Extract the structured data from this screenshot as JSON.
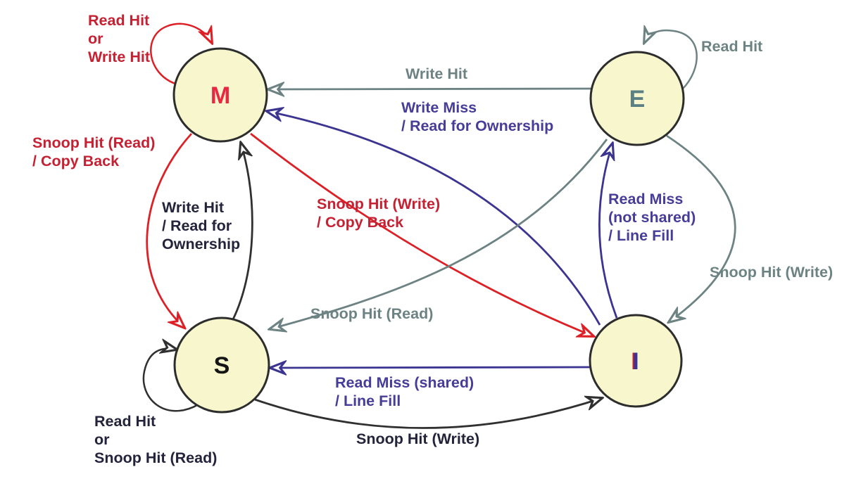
{
  "colors": {
    "background": "#ffffff",
    "state_fill": "#f7f6cc",
    "state_border": "#2d2d2d",
    "red_arrow": "#dd2026",
    "red_text": "#c62133",
    "gray_arrow": "#6d8383",
    "gray_text": "#6d8383",
    "purple_arrow": "#3c3491",
    "purple_text": "#463d99",
    "black_arrow": "#303030",
    "black_text": "#23233b",
    "i_fringe": "#c2203a"
  },
  "states": [
    {
      "id": "M",
      "label": "M",
      "letter_color": "#e82743"
    },
    {
      "id": "E",
      "label": "E",
      "letter_color": "#5b8084"
    },
    {
      "id": "S",
      "label": "S",
      "letter_color": "#151515"
    },
    {
      "id": "I",
      "label": "I",
      "letter_color": "#3b3493"
    }
  ],
  "transitions": [
    {
      "from": "M",
      "to": "M",
      "color": "red",
      "label": [
        "Read Hit",
        "or",
        "Write Hit"
      ]
    },
    {
      "from": "M",
      "to": "S",
      "color": "red",
      "label": [
        "Snoop Hit (Read)",
        "/ Copy Back"
      ]
    },
    {
      "from": "E",
      "to": "M",
      "color": "gray",
      "label": [
        "Write Hit"
      ]
    },
    {
      "from": "I",
      "to": "M",
      "color": "purple",
      "label": [
        "Write Miss",
        "/ Read for Ownership"
      ]
    },
    {
      "from": "E",
      "to": "E",
      "color": "gray",
      "label": [
        "Read Hit"
      ]
    },
    {
      "from": "S",
      "to": "M",
      "color": "black",
      "label": [
        "Write Hit",
        "/ Read for",
        "Ownership"
      ]
    },
    {
      "from": "M",
      "to": "I",
      "color": "red",
      "label": [
        "Snoop Hit (Write)",
        "/ Copy Back"
      ]
    },
    {
      "from": "I",
      "to": "E",
      "color": "purple",
      "label": [
        "Read Miss",
        "(not shared)",
        "/ Line Fill"
      ]
    },
    {
      "from": "E",
      "to": "I",
      "color": "gray",
      "label": [
        "Snoop Hit (Write)"
      ]
    },
    {
      "from": "E",
      "to": "S",
      "color": "gray",
      "label": [
        "Snoop Hit (Read)"
      ]
    },
    {
      "from": "I",
      "to": "S",
      "color": "purple",
      "label": [
        "Read Miss (shared)",
        "/ Line Fill"
      ]
    },
    {
      "from": "S",
      "to": "I",
      "color": "black",
      "label": [
        "Snoop Hit (Write)"
      ]
    },
    {
      "from": "S",
      "to": "S",
      "color": "black",
      "label": [
        "Read Hit",
        "or",
        "Snoop Hit (Read)"
      ]
    }
  ]
}
